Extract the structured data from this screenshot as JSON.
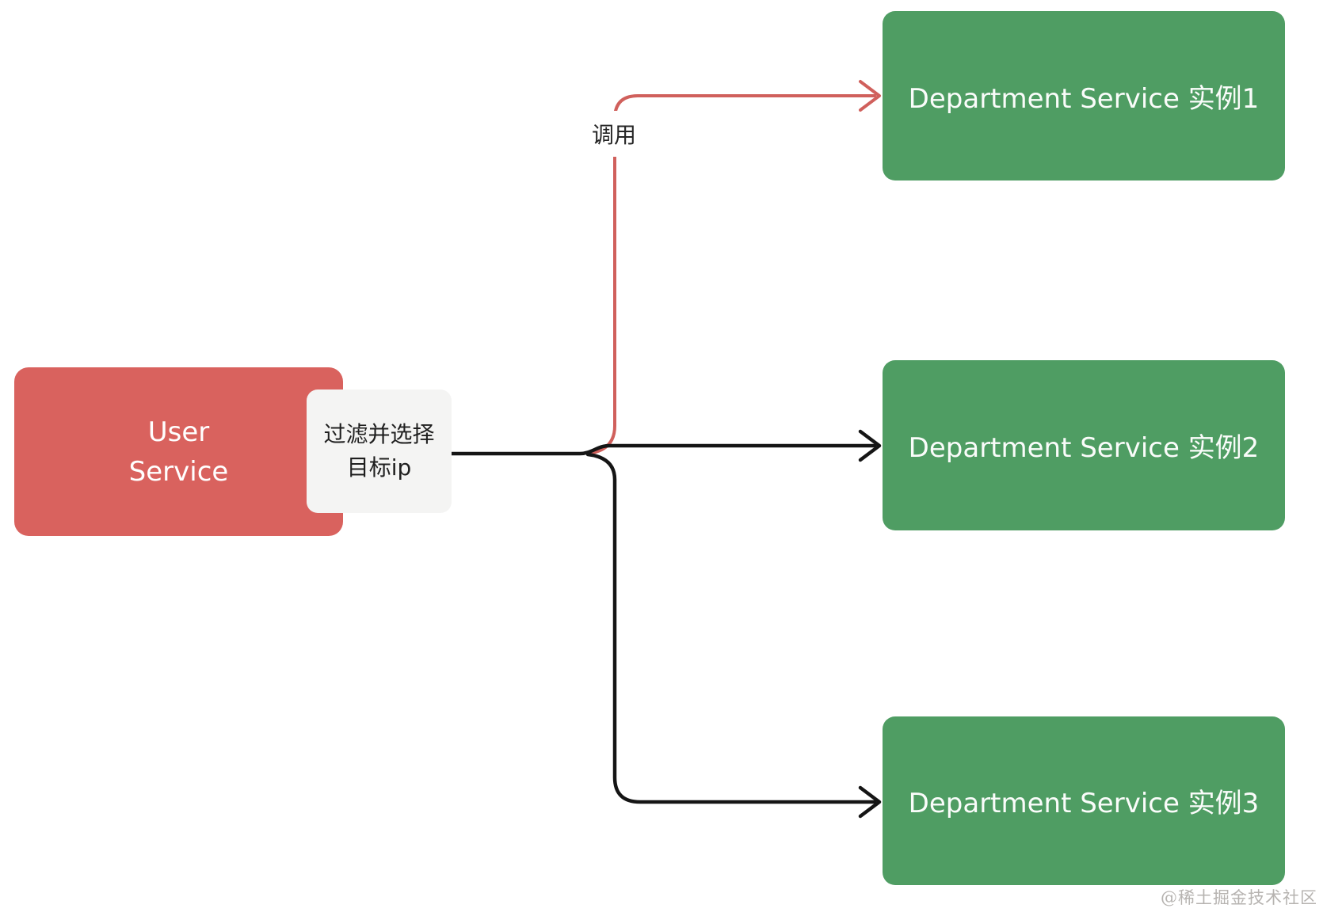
{
  "colors": {
    "red": "#d9625e",
    "red_line": "#d0605c",
    "green": "#4f9d63",
    "label_bg": "#f4f4f3",
    "line": "#151515",
    "watermark": "#b6b3b0"
  },
  "nodes": {
    "user_service": {
      "line1": "User",
      "line2": "Service"
    },
    "filter_label": {
      "line1": "过滤并选择",
      "line2": "目标ip"
    },
    "dept1": {
      "label": "Department Service 实例1"
    },
    "dept2": {
      "label": "Department Service 实例2"
    },
    "dept3": {
      "label": "Department Service 实例3"
    }
  },
  "edges": {
    "call_label": "调用"
  },
  "watermark": "@稀土掘金技术社区"
}
